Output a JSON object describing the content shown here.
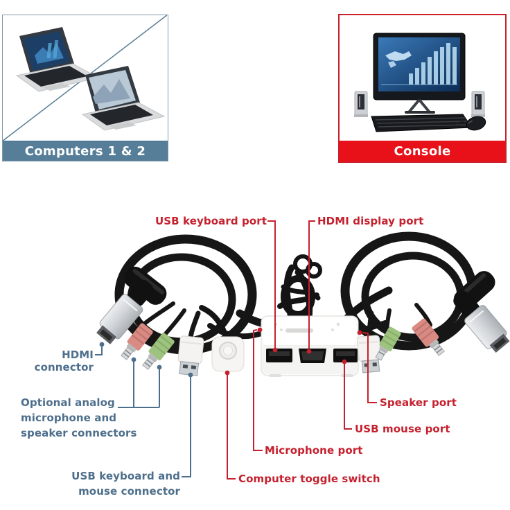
{
  "panels": {
    "computers": {
      "caption": "Computers 1 & 2"
    },
    "console": {
      "caption": "Console"
    }
  },
  "labels": {
    "usb_keyboard_port": "USB keyboard port",
    "hdmi_display_port": "HDMI display port",
    "hdmi_connector": "HDMI connector",
    "optional_analog": "Optional analog\nmicrophone and\nspeaker connectors",
    "usb_keyboard_mouse_connector": "USB keyboard and\nmouse connector",
    "microphone_port": "Microphone port",
    "computer_toggle_switch": "Computer toggle switch",
    "speaker_port": "Speaker port",
    "usb_mouse_port": "USB mouse port"
  },
  "colors": {
    "callout_red": "#c5202e",
    "callout_blue": "#4e6f8c",
    "computers_bar": "#567e99",
    "computers_border": "#7f9aac",
    "console_bar": "#e8111a",
    "console_border": "#c9202a",
    "mic_jack_pink": "#d98a82",
    "speaker_jack_green": "#9dc37f",
    "device_white": "#fbfbfa",
    "cable_black": "#161616"
  },
  "icons": {
    "laptop_1": "laptop-icon",
    "laptop_2": "laptop-icon",
    "monitor": "monitor-icon",
    "keyboard": "keyboard-icon",
    "mouse": "mouse-icon",
    "speakers": "speaker-icon",
    "kvm_switch": "kvm-switch-device",
    "hdmi_plug": "hdmi-plug",
    "audio_jack": "audio-jack-plug",
    "usb_plug": "usb-plug",
    "toggle_button": "toggle-switch-button"
  }
}
